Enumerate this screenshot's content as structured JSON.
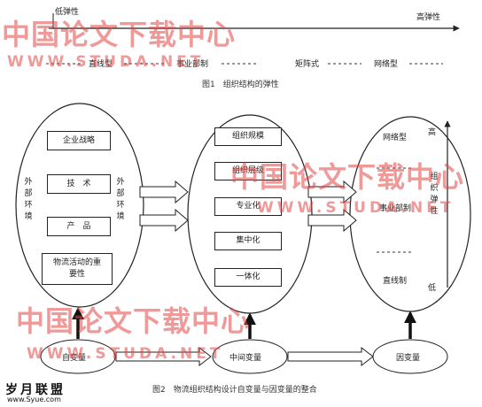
{
  "fig1": {
    "low_label": "低弹性",
    "high_label": "高弹性",
    "types": [
      "直线型",
      "事业部制",
      "矩阵式",
      "网络型"
    ],
    "caption": "图1　组织结构的弹性"
  },
  "fig2": {
    "independent": {
      "left_side": "外部环境",
      "right_side": "外部环境",
      "boxes": [
        "企业战略",
        "技　术",
        "产　品",
        "物流活动的重要性"
      ]
    },
    "intermediate": {
      "boxes": [
        "组织规模",
        "组织层级",
        "专业化",
        "集中化",
        "一体化"
      ]
    },
    "dependent": {
      "types": [
        "网络型",
        "事业部制",
        "直线制"
      ],
      "scale_high": "高",
      "scale_label": "组织弹性",
      "scale_low": "低"
    },
    "bottom_nodes": [
      "自变量",
      "中间变量",
      "因变量"
    ],
    "caption": "图2　物流组织结构设计自变量与因变量的整合"
  },
  "watermark": {
    "text_cn": "中国论文下载中心",
    "url": "WWW.STUDA.NET"
  },
  "logo": {
    "name": "岁月联盟",
    "url": "www.Syue.com"
  }
}
